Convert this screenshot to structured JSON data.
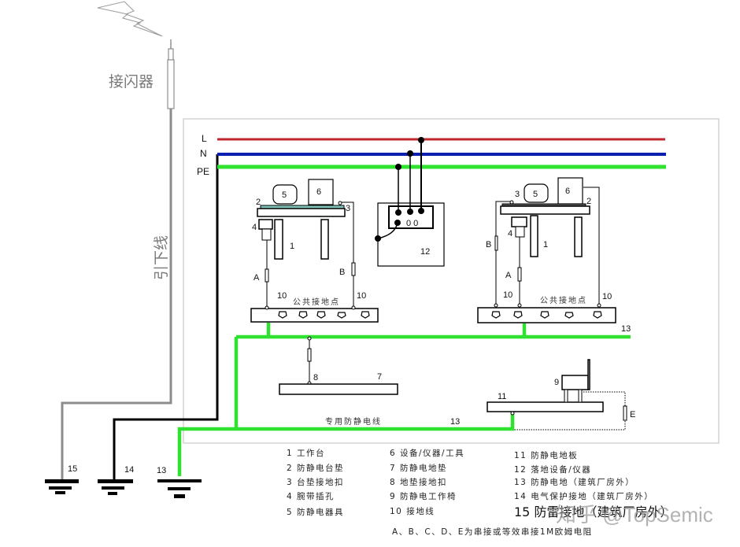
{
  "title_labels": {
    "air_terminal": "接闪器",
    "down_conductor": "引下线",
    "line_L": "L",
    "line_N": "N",
    "line_PE": "PE",
    "common_ground_left": "公共接地点",
    "common_ground_right": "公共接地点",
    "dedicated_wire": "专用防静电线"
  },
  "colors": {
    "L": "#c0272d",
    "N": "#0a1fb0",
    "PE": "#2fe22f",
    "lightning_ground": "#8c8c8c",
    "protective_ground": "#000000",
    "border": "#c8c8c8"
  },
  "numbers": {
    "n1": "1",
    "n2": "2",
    "n3": "3",
    "n4": "4",
    "n5": "5",
    "n6": "6",
    "n7": "7",
    "n8": "8",
    "n9": "9",
    "n10": "10",
    "n11": "11",
    "n12": "12",
    "n13": "13",
    "n14": "14",
    "n15": "15",
    "A": "A",
    "B": "B",
    "E": "E",
    "socket_00": "0 0"
  },
  "legend": {
    "col1": [
      "1  工作台",
      "2  防静电台垫",
      "3 台垫接地扣",
      "4 腕带插孔",
      "5 防静电器具"
    ],
    "col2": [
      "6 设备/仪器/工具",
      "7  防静电地垫",
      "8  地垫接地扣",
      "9  防静电工作椅",
      "10  接地线"
    ],
    "col3": [
      "11  防静电地板",
      "12  落地设备/仪器",
      "13  防静电地（建筑厂房外）",
      "14  电气保护接地（建筑厂房外）"
    ],
    "item15": "15 防雷接地（建筑厂房外）",
    "note": "A、B、C、D、E为串接或等效串接1M欧姆电阻"
  },
  "watermark": "知乎 @TopSemic"
}
